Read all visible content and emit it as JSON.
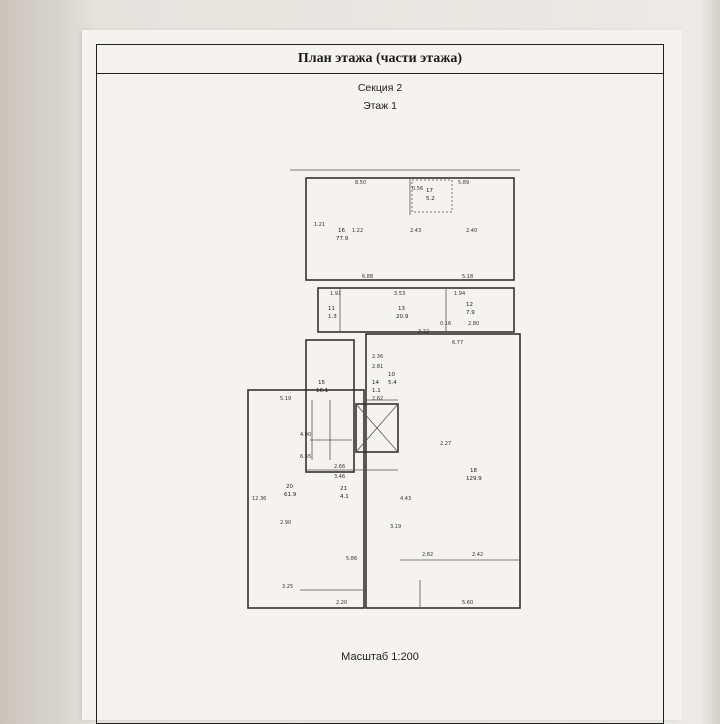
{
  "document": {
    "title": "План этажа (части этажа)",
    "section": "Секция 2",
    "floor": "Этаж 1",
    "scale": "Масштаб 1:200"
  },
  "rooms": [
    {
      "num": "17",
      "area": "5.2"
    },
    {
      "num": "16",
      "area": "77.9"
    },
    {
      "num": "11",
      "area": "1.3"
    },
    {
      "num": "13",
      "area": "20.9"
    },
    {
      "num": "12",
      "area": "7.9"
    },
    {
      "num": "10",
      "area": "5.4"
    },
    {
      "num": "14",
      "area": "1.1"
    },
    {
      "num": "15",
      "area": "16.1"
    },
    {
      "num": "18",
      "area": "129.9"
    },
    {
      "num": "20",
      "area": "61.9"
    },
    {
      "num": "21",
      "area": "4.1"
    }
  ],
  "dimensions": [
    "8.50",
    "5.89",
    "0.56",
    "1.21",
    "1.22",
    "2.40",
    "2.43",
    "6.88",
    "5.18",
    "3.53",
    "1.91",
    "1.94",
    "2.80",
    "3.22",
    "0.16",
    "6.77",
    "2.36",
    "2.81",
    "2.62",
    "2.27",
    "5.19",
    "4.90",
    "6.65",
    "2.66",
    "3.46",
    "4.43",
    "3.19",
    "2.82",
    "2.42",
    "2.90",
    "5.86",
    "3.25",
    "5.60",
    "2.20",
    "12.36"
  ]
}
